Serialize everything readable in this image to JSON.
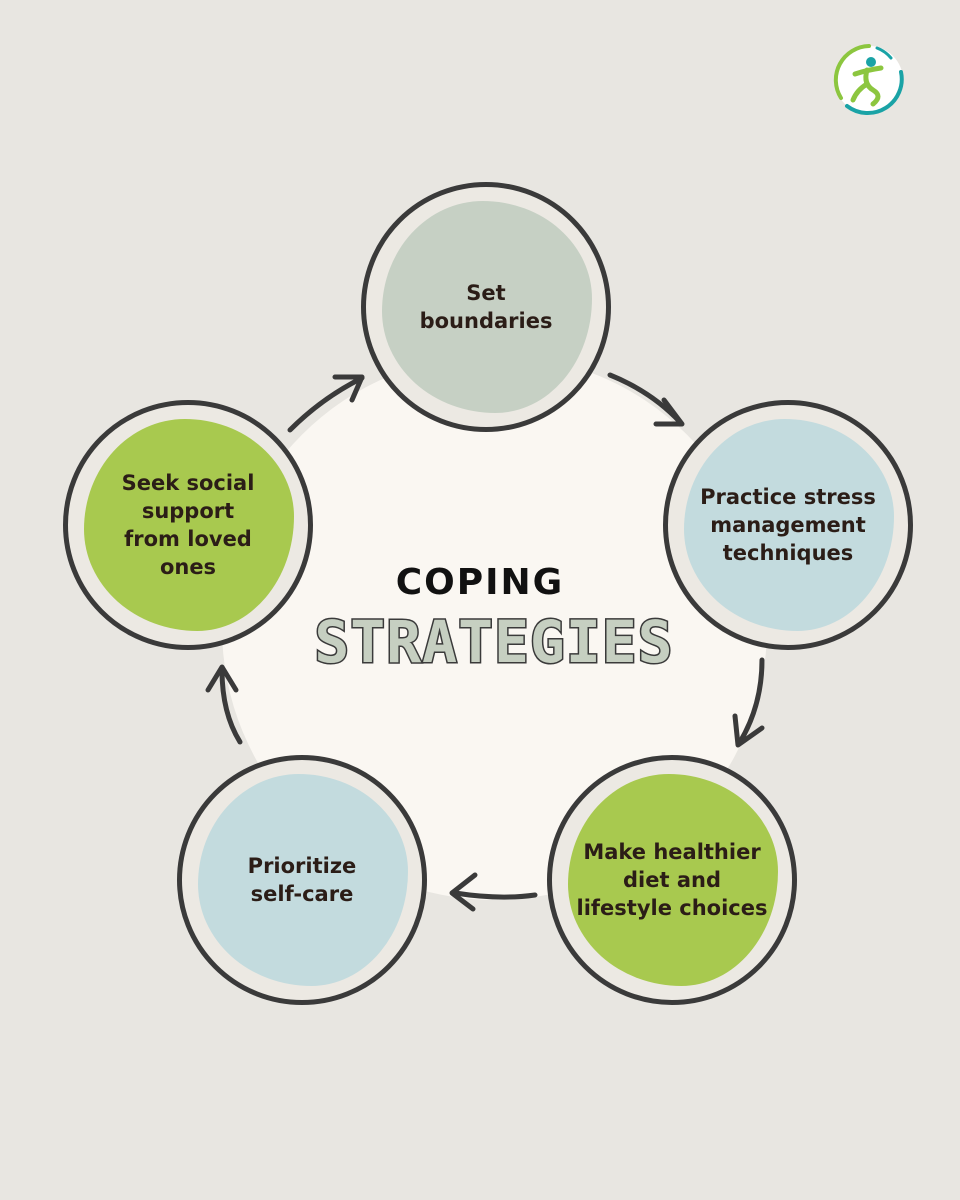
{
  "title": {
    "line1": "COPING",
    "line2": "STRATEGIES"
  },
  "nodes": [
    {
      "id": "top",
      "label": "Set boundaries",
      "color": "#c6d0c4"
    },
    {
      "id": "right",
      "label": "Practice stress management techniques",
      "color": "#c3dbde"
    },
    {
      "id": "bottom-right",
      "label": "Make healthier diet and lifestyle choices",
      "color": "#a8c94f"
    },
    {
      "id": "bottom-left",
      "label": "Prioritize self-care",
      "color": "#c3dbde"
    },
    {
      "id": "left",
      "label": "Seek social support from loved ones",
      "color": "#a8c94f"
    }
  ],
  "flow": "clockwise",
  "colors": {
    "background": "#e8e6e1",
    "center": "#faf7f2",
    "outline": "#3a3a3a",
    "text": "#2b1d17",
    "logo_green": "#8cc63f",
    "logo_teal": "#1aa3a6"
  },
  "logo": {
    "icon": "wellness-figure-logo"
  }
}
